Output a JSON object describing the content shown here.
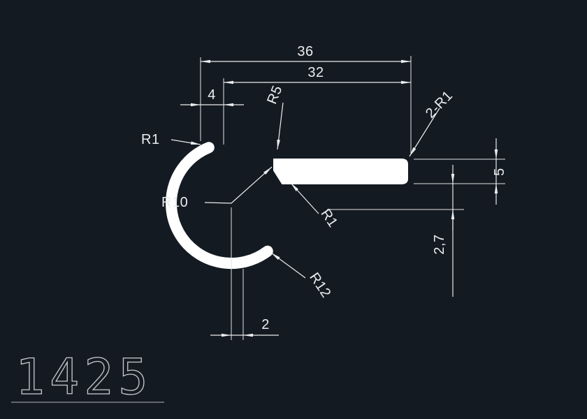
{
  "title": {
    "part_number": "1425"
  },
  "colors": {
    "background": "#141a21",
    "geometry_lines": "#ffffff",
    "dimension_lines": "#e9edf0",
    "dimension_text": "#e9edf0",
    "title_text": "#c6cbd0"
  },
  "dims": {
    "total_width": "36",
    "inner_width": "32",
    "lip_offset": "4",
    "top_fillet_radius": "R5",
    "corner_radius_pair": "2-R1",
    "lip_tip_radius": "R1",
    "bore_radius": "R10",
    "inner_fillet_radius": "R1",
    "outer_radius": "R12",
    "bar_height": "5",
    "step_height": "2,7",
    "wall_thickness": "2"
  }
}
